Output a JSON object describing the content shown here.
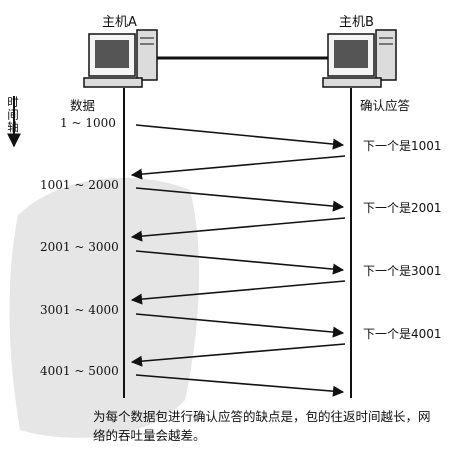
{
  "hosts": {
    "a": "主机A",
    "b": "主机B"
  },
  "time_axis": "时间轴",
  "column_labels": {
    "left": "数据",
    "right": "确认应答"
  },
  "segments": [
    "1 ~ 1000",
    "1001 ~ 2000",
    "2001 ~ 3000",
    "3001 ~ 4000",
    "4001 ~ 5000"
  ],
  "acks": [
    "下一个是1001",
    "下一个是2001",
    "下一个是3001",
    "下一个是4001"
  ],
  "caption": "为每个数据包进行确认应答的缺点是，包的往返时间越长，网络的吞吐量会越差。",
  "colors": {
    "ink": "#111111",
    "watermark": "#e6e6e6",
    "screen": "#555555",
    "case": "#dcdcdc"
  }
}
